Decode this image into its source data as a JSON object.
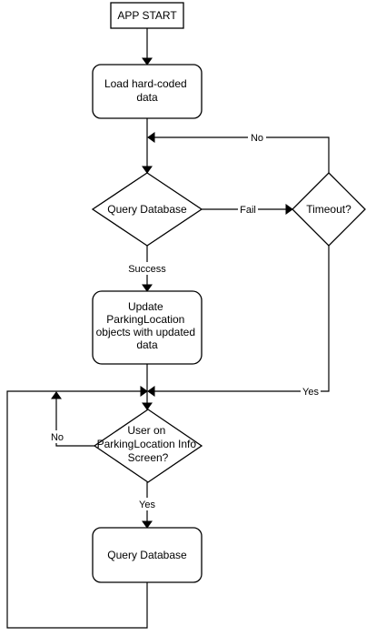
{
  "nodes": {
    "app_start": "APP START",
    "load_data": [
      "Load hard-coded",
      "data"
    ],
    "query_db_1": "Query Database",
    "timeout": "Timeout?",
    "update": [
      "Update",
      "ParkingLocation",
      "objects with updated",
      "data"
    ],
    "user_on_screen": [
      "User on",
      "ParkingLocation Info",
      "Screen?"
    ],
    "query_db_2": "Query Database"
  },
  "edges": {
    "fail": "Fail",
    "success": "Success",
    "no_timeout": "No",
    "yes_timeout": "Yes",
    "no_user": "No",
    "yes_user": "Yes"
  }
}
